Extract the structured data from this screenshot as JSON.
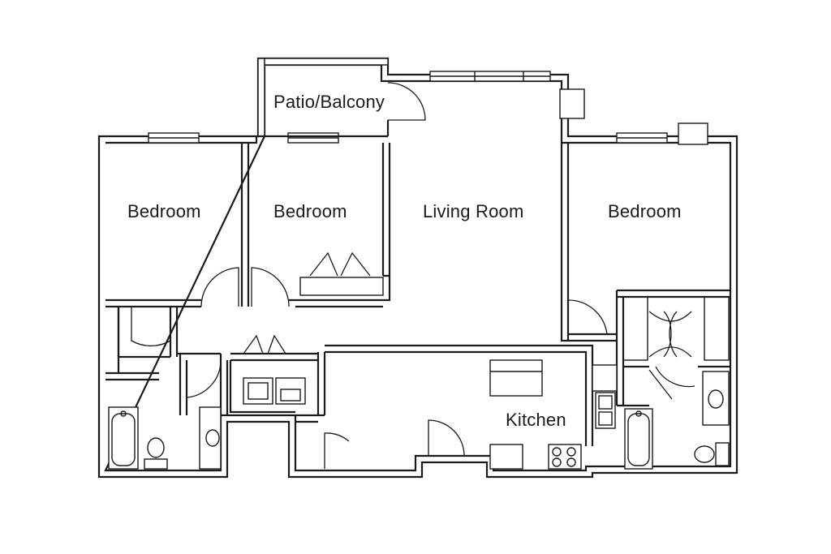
{
  "floorplan": {
    "rooms": {
      "patio": "Patio/Balcony",
      "bedroom_left": "Bedroom",
      "bedroom_middle": "Bedroom",
      "living_room": "Living Room",
      "bedroom_right": "Bedroom",
      "kitchen": "Kitchen"
    }
  }
}
